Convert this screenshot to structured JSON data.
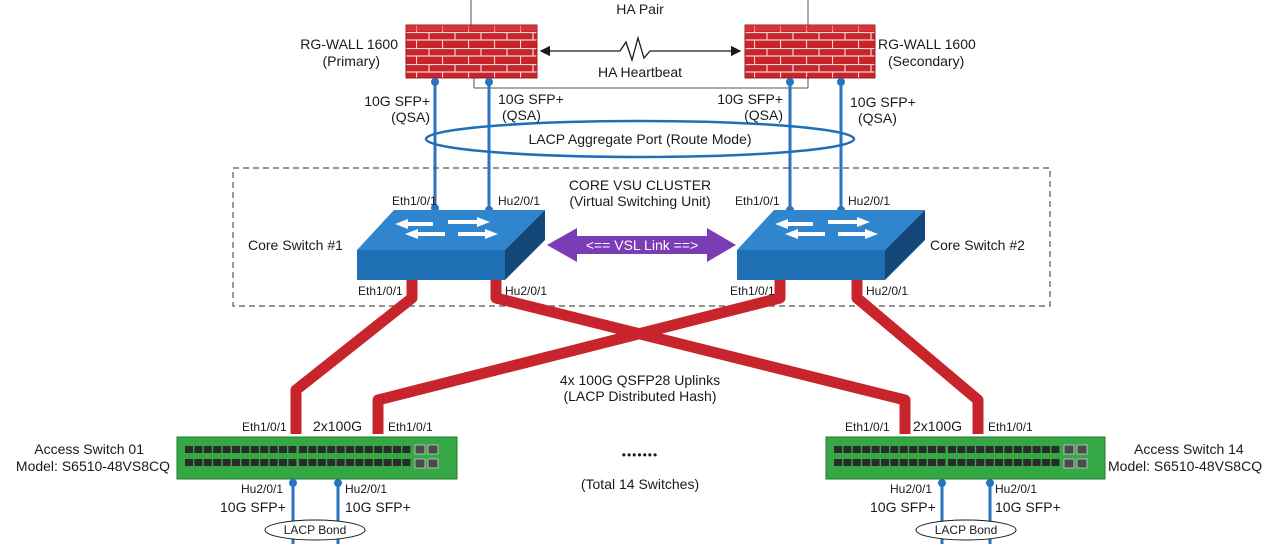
{
  "ha": {
    "pair_label": "HA Pair",
    "heartbeat_label": "HA Heartbeat"
  },
  "firewalls": {
    "primary": {
      "model": "RG-WALL 1600",
      "role": "(Primary)"
    },
    "secondary": {
      "model": "RG-WALL 1600",
      "role": "(Secondary)"
    }
  },
  "firewall_links": {
    "fw1_left": {
      "line1": "10G SFP+",
      "line2": "(QSA)"
    },
    "fw1_right": {
      "line1": "10G SFP+",
      "line2": "(QSA)"
    },
    "fw2_left": {
      "line1": "10G SFP+",
      "line2": "(QSA)"
    },
    "fw2_right": {
      "line1": "10G SFP+",
      "line2": "(QSA)"
    }
  },
  "lacp_aggregate_label": "LACP Aggregate Port (Route Mode)",
  "core": {
    "cluster_title": "CORE VSU CLUSTER",
    "cluster_subtitle": "(Virtual Switching Unit)",
    "switch1": {
      "name": "Core Switch #1",
      "port_top_left": "Eth1/0/1",
      "port_top_right": "Hu2/0/1",
      "port_bottom_left": "Eth1/0/1",
      "port_bottom_right": "Hu2/0/1"
    },
    "switch2": {
      "name": "Core Switch #2",
      "port_top_left": "Eth1/0/1",
      "port_top_right": "Hu2/0/1",
      "port_bottom_left": "Eth1/0/1",
      "port_bottom_right": "Hu2/0/1"
    },
    "vsl_label": "<== VSL Link ==>"
  },
  "uplinks": {
    "line1": "4x 100G QSFP28 Uplinks",
    "line2": "(LACP Distributed Hash)"
  },
  "access": {
    "switch01": {
      "name": "Access Switch 01",
      "model": "Model: S6510-48VS8CQ",
      "speed": "2x100G",
      "port_left": "Eth1/0/1",
      "port_right": "Eth1/0/1",
      "down_left_port": "Hu2/0/1",
      "down_left_speed": "10G SFP+",
      "down_right_port": "Hu2/0/1",
      "down_right_speed": "10G SFP+",
      "bond_label": "LACP Bond"
    },
    "switch14": {
      "name": "Access Switch 14",
      "model": "Model: S6510-48VS8CQ",
      "speed": "2x100G",
      "port_left": "Eth1/0/1",
      "port_right": "Eth1/0/1",
      "down_left_port": "Hu2/0/1",
      "down_left_speed": "10G SFP+",
      "down_right_port": "Hu2/0/1",
      "down_right_speed": "10G SFP+",
      "bond_label": "LACP Bond"
    },
    "ellipsis": "•••••••",
    "total_label": "(Total 14 Switches)"
  },
  "colors": {
    "firewall_red": "#c8242b",
    "brick_line": "#f2d2d2",
    "switch_blue": "#1f6fb5",
    "switch_blue_dark": "#13477a",
    "uplink_red": "#c8242b",
    "link_blue": "#2a73c2",
    "vsl_purple": "#7b3db5",
    "access_green": "#35a845",
    "port_dark": "#2b2b2b"
  }
}
